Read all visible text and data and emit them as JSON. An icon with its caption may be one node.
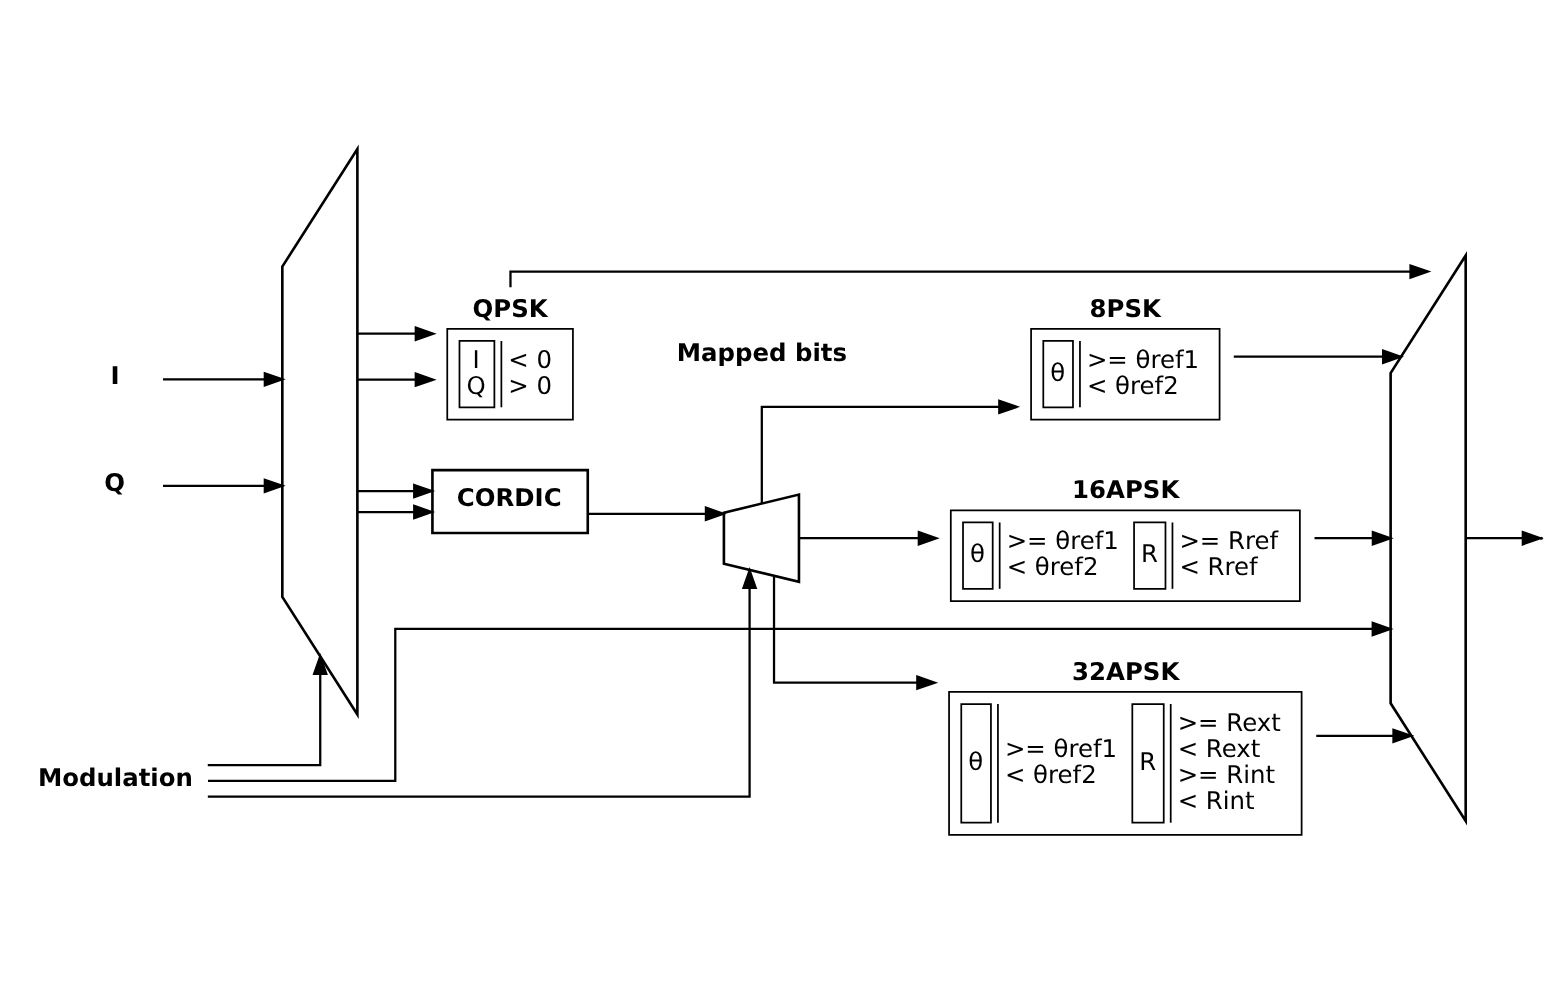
{
  "diagram": {
    "nodes": [
      {
        "text": [],
        "shape": "trapezoid"
      },
      {
        "text": [
          "I"
        ]
      },
      {
        "text": [
          "Q"
        ]
      },
      {
        "text": [
          "QPSK",
          "I",
          "Q",
          "< 0",
          "> 0"
        ]
      },
      {
        "text": [
          "CORDIC"
        ]
      },
      {
        "text": [],
        "shape": "trapezoid"
      },
      {
        "text": [
          "8PSK",
          "θ",
          ">= θref1",
          "< θref2"
        ]
      },
      {
        "text": [
          "16APSK",
          "θ",
          ">= θref1",
          "< θref2",
          "R",
          ">= Rref",
          "< Rref"
        ]
      },
      {
        "text": [
          "32APSK",
          "θ",
          ">= θref1",
          "< θref2",
          "R",
          ">= Rext",
          "< Rext",
          ">= Rint",
          "< Rint"
        ]
      },
      {
        "text": [],
        "shape": "trapezoid"
      },
      {
        "text": [
          "Modulation"
        ]
      }
    ],
    "edges": [
      {
        "from": 1,
        "to": 0,
        "arrow": "to"
      },
      {
        "from": 2,
        "to": 0,
        "arrow": "to"
      },
      {
        "from": 0,
        "to": 3,
        "arrow": "to"
      },
      {
        "from": 0,
        "to": 3,
        "arrow": "to"
      },
      {
        "from": 0,
        "to": 4,
        "arrow": "to"
      },
      {
        "from": 0,
        "to": 4,
        "arrow": "to"
      },
      {
        "from": 4,
        "to": 5,
        "arrow": "to"
      },
      {
        "from": 5,
        "to": 6,
        "arrow": "to"
      },
      {
        "from": 5,
        "to": 7,
        "arrow": "to"
      },
      {
        "from": 5,
        "to": 8,
        "arrow": "to"
      },
      {
        "from": 3,
        "to": 9,
        "arrow": "to"
      },
      {
        "from": 6,
        "to": 9,
        "arrow": "to"
      },
      {
        "from": 7,
        "to": 9,
        "arrow": "to"
      },
      {
        "from": 8,
        "to": 9,
        "arrow": "to"
      },
      {
        "from": 9,
        "to": null,
        "arrow": "to"
      },
      {
        "from": 10,
        "to": 0,
        "arrow": "to"
      },
      {
        "from": 10,
        "to": 5,
        "arrow": "to"
      },
      {
        "from": 10,
        "to": 9,
        "arrow": "to"
      }
    ],
    "labels": [
      "Mapped bits"
    ]
  }
}
